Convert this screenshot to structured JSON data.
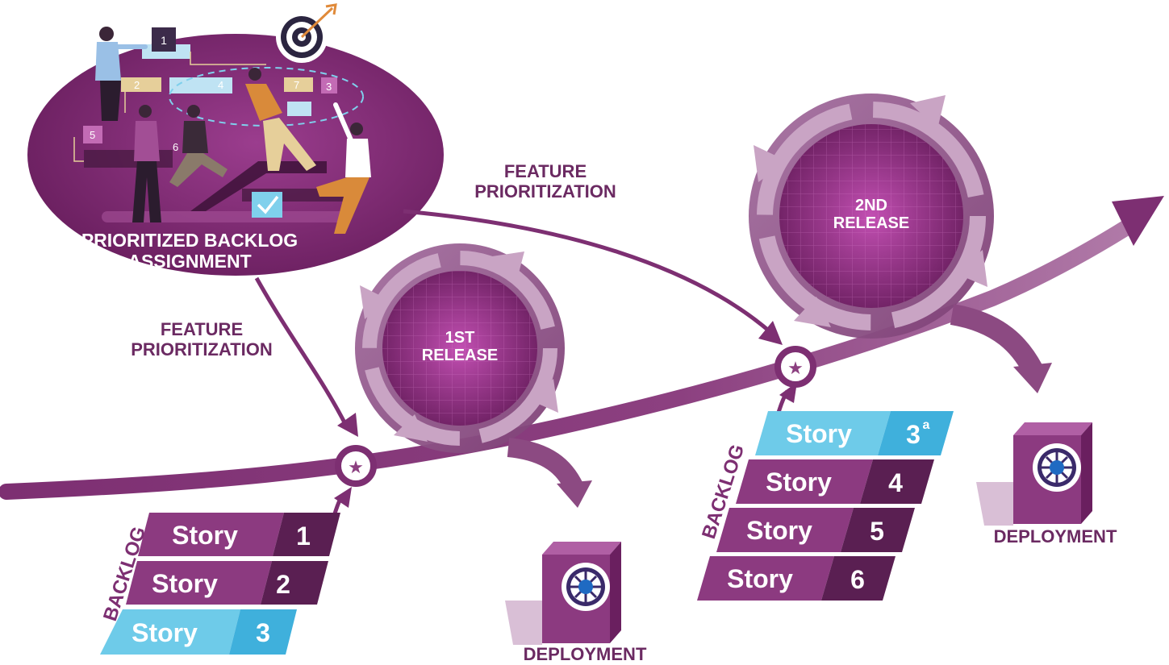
{
  "colors": {
    "primary": "#7d2f72",
    "primary_dark": "#5a1f52",
    "primary_mid": "#9a4a8f",
    "light": "#b78ab0",
    "highlight_blue": "#6ecbe9",
    "highlight_blue_dark": "#3fb0dc",
    "label": "#6b2a62"
  },
  "backlog_assignment": {
    "line1": "PRIORITIZED BACKLOG",
    "line2": "ASSIGNMENT",
    "illustration_numbers": [
      "1",
      "2",
      "3",
      "4",
      "5",
      "6",
      "7"
    ]
  },
  "feature_prioritization": {
    "line1": "FEATURE",
    "line2": "PRIORITIZATION"
  },
  "releases": [
    {
      "line1": "1ST",
      "line2": "RELEASE"
    },
    {
      "line1": "2ND",
      "line2": "RELEASE"
    }
  ],
  "backlog_label": "BACKLOG",
  "story_word": "Story",
  "backlog_1": [
    {
      "num": "1",
      "highlight": false
    },
    {
      "num": "2",
      "highlight": false
    },
    {
      "num": "3",
      "highlight": true
    }
  ],
  "backlog_2": [
    {
      "num": "3",
      "sup": "a",
      "highlight": true
    },
    {
      "num": "4",
      "highlight": false
    },
    {
      "num": "5",
      "highlight": false
    },
    {
      "num": "6",
      "highlight": false
    }
  ],
  "deployment_label": "DEPLOYMENT",
  "icons": [
    "star-icon",
    "star-icon",
    "gear-wheel-icon",
    "gear-wheel-icon",
    "target-icon",
    "checkmark-icon"
  ]
}
